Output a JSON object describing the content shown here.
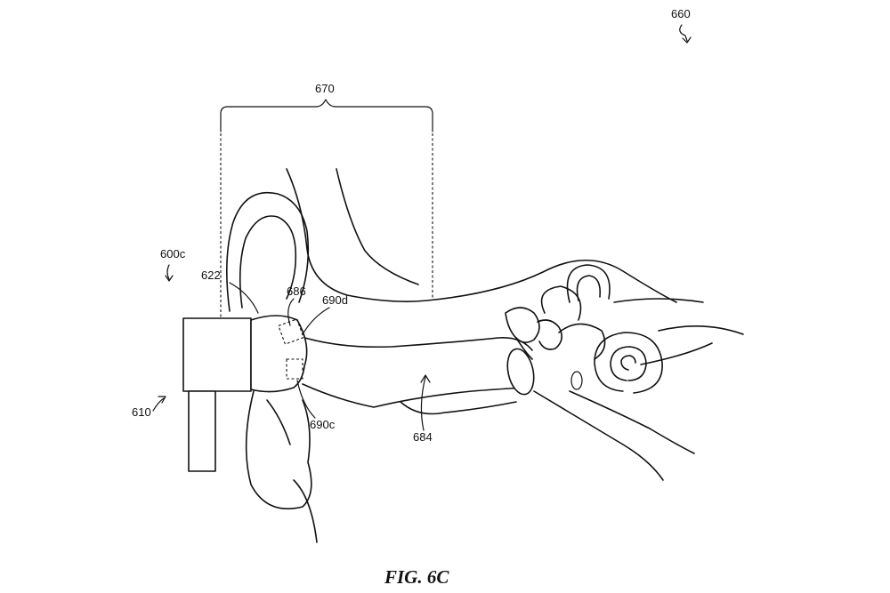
{
  "figure": {
    "caption": "FIG. 6C",
    "labels": {
      "fig_ref": "660",
      "bracket": "670",
      "device": "600c",
      "housing": "610",
      "tip_edge": "622",
      "sensor_top": "686",
      "sensor_d": "690d",
      "sensor_c": "690c",
      "ear_canal": "684"
    }
  }
}
